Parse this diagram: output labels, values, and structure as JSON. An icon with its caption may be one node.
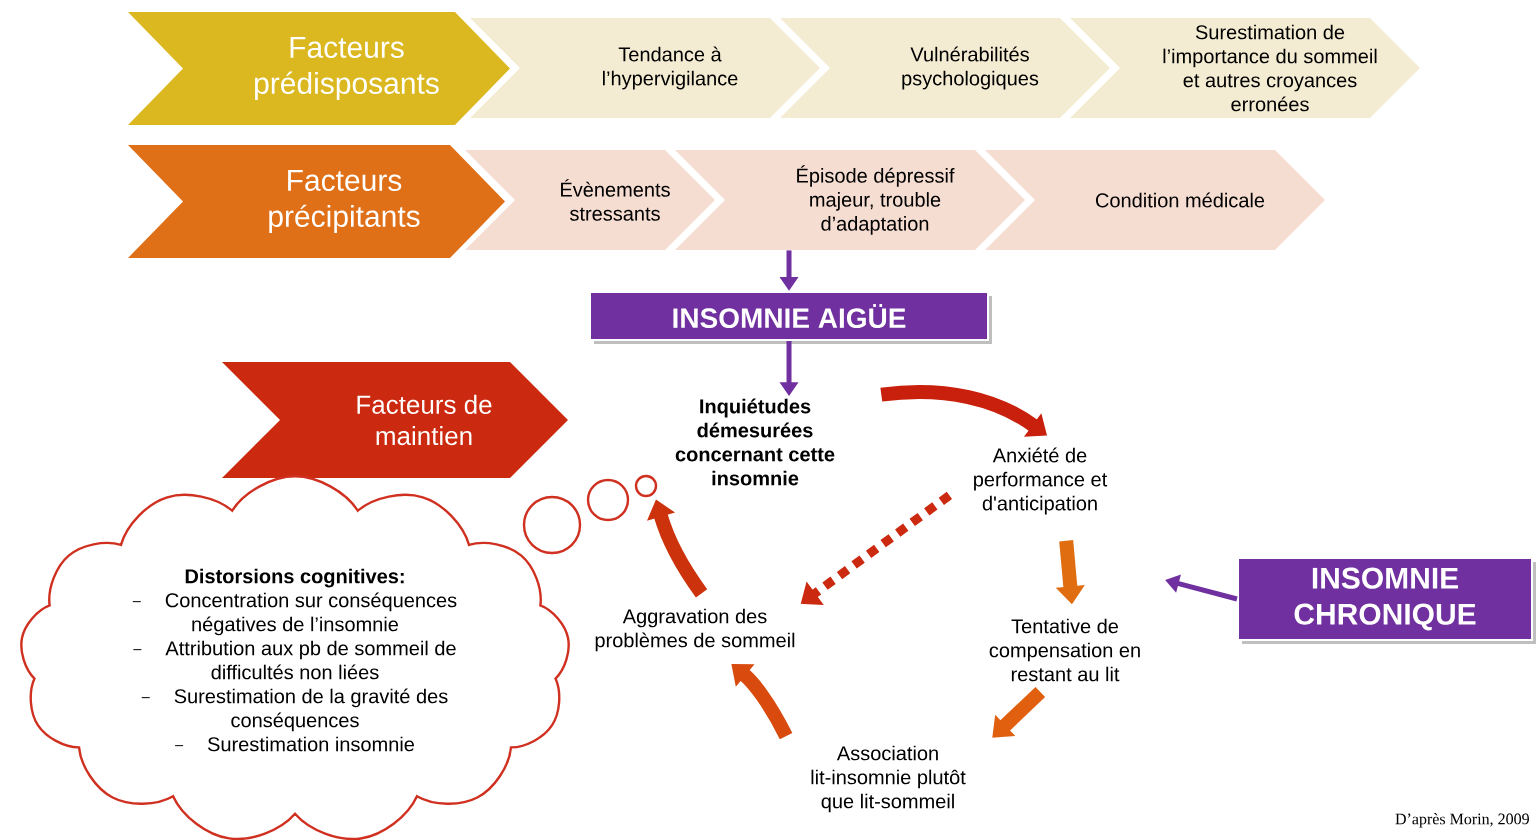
{
  "diagram": {
    "caption": "D’après Morin, 2009",
    "nodes": [
      {
        "text": [
          "Facteurs prédisposants"
        ]
      },
      {
        "text": [
          "Tendance à l’hypervigilance"
        ]
      },
      {
        "text": [
          "Vulnérabilités psychologiques"
        ]
      },
      {
        "text": [
          "Surestimation de l’importance du sommeil et autres croyances erronées"
        ]
      },
      {
        "text": [
          "Facteurs précipitants"
        ]
      },
      {
        "text": [
          "Évènements stressants"
        ]
      },
      {
        "text": [
          "Épisode dépressif majeur, trouble d’adaptation"
        ]
      },
      {
        "text": [
          "Condition médicale"
        ]
      },
      {
        "text": [
          "INSOMNIE AIGÜE"
        ]
      },
      {
        "text": [
          "Facteurs de maintien"
        ]
      },
      {
        "text": [
          "Inquiétudes démesurées concernant cette insomnie"
        ]
      },
      {
        "text": [
          "Anxiété de performance et d'anticipation"
        ]
      },
      {
        "text": [
          "Tentative de compensation en restant au lit"
        ]
      },
      {
        "text": [
          "Association lit-insomnie plutôt que lit-sommeil"
        ]
      },
      {
        "text": [
          "Aggravation des problèmes de sommeil"
        ]
      },
      {
        "text": [
          "INSOMNIE CHRONIQUE"
        ]
      },
      {
        "text": [
          "Distorsions cognitives:",
          "Concentration sur conséquences négatives de l’insomnie",
          "Attribution aux pb de sommeil de difficultés non liées",
          "Surestimation de la gravité des conséquences",
          "Surestimation insomnie"
        ]
      }
    ],
    "edges": [
      {
        "from": 6,
        "to": 8,
        "arrow": "to",
        "color": "#7030a0"
      },
      {
        "from": 8,
        "to": 10,
        "arrow": "to",
        "color": "#7030a0"
      },
      {
        "from": 10,
        "to": 11,
        "arrow": "to",
        "color": "#c8200c"
      },
      {
        "from": 11,
        "to": 12,
        "arrow": "to",
        "color": "#e06e10"
      },
      {
        "from": 12,
        "to": 13,
        "arrow": "to",
        "color": "#e06010"
      },
      {
        "from": 13,
        "to": 14,
        "arrow": "to",
        "color": "#d84a0e"
      },
      {
        "from": 14,
        "to": 10,
        "arrow": "to",
        "color": "#cc320c"
      },
      {
        "from": 11,
        "to": 14,
        "arrow": "to",
        "style": "dashed",
        "color": "#cc2a10"
      },
      {
        "from": 15,
        "to": null,
        "arrow": "to",
        "color": "#7030a0"
      }
    ]
  }
}
